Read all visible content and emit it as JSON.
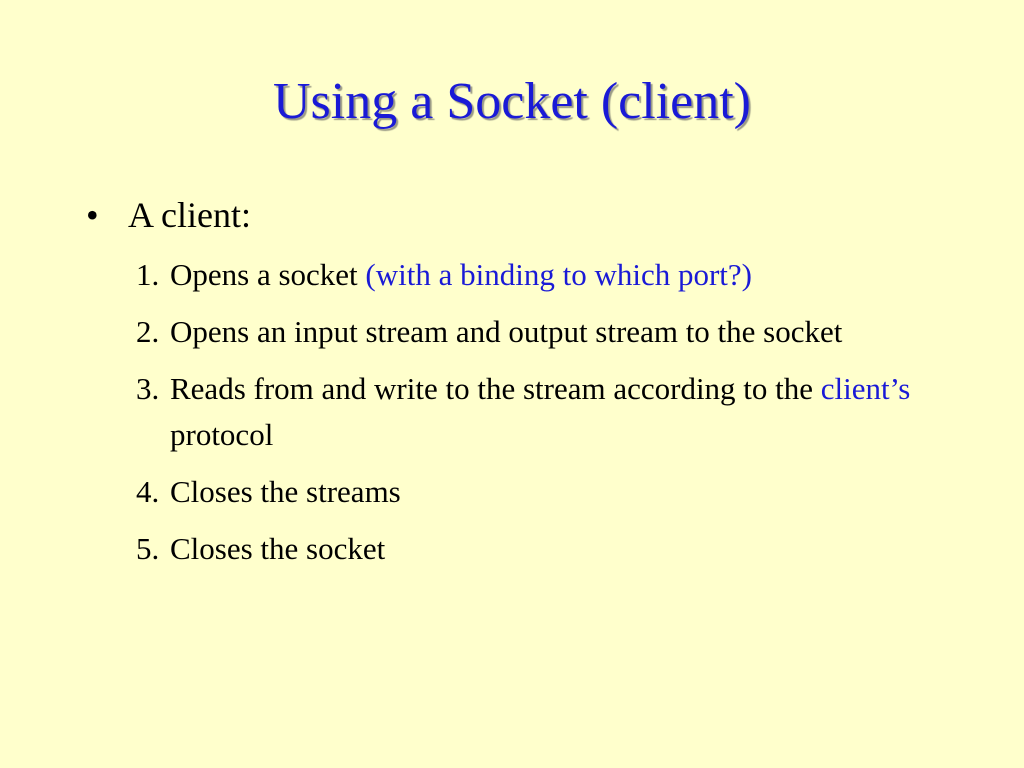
{
  "slide": {
    "title": "Using a Socket (client)",
    "bullet": {
      "symbol": "•",
      "text": "A client:"
    },
    "items": [
      {
        "number": "1.",
        "text": "Opens a socket",
        "highlight": "(with a binding to which port?)"
      },
      {
        "number": "2.",
        "text": "Opens an input stream and output stream to the socket"
      },
      {
        "number": "3.",
        "text_before": "Reads from and write to the stream according to the",
        "highlight": "client’s",
        "text_after": "protocol"
      },
      {
        "number": "4.",
        "text": "Closes the streams"
      },
      {
        "number": "5.",
        "text": "Closes the socket"
      }
    ]
  },
  "colors": {
    "background": "#ffffcc",
    "title": "#1a1ad6",
    "highlight": "#1a1ad6",
    "body_text": "#000000"
  }
}
